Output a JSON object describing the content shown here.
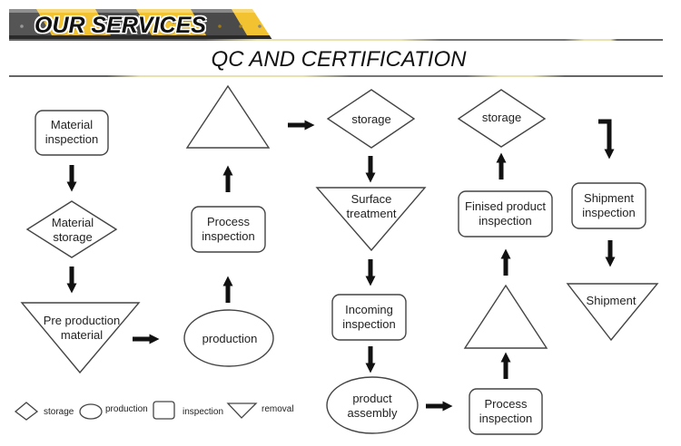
{
  "header": {
    "banner": "OUR SERVICES",
    "title": "QC AND CERTIFICATION"
  },
  "colors": {
    "banner_yellow": "#f2c230",
    "banner_dark": "#3a3a3a",
    "line": "#333333",
    "arrow": "#111111"
  },
  "nodes": {
    "material_inspection": "Material inspection",
    "material_storage": "Material storage",
    "pre_production_material": "Pre production material",
    "production": "production",
    "process_inspection_1": "Process inspection",
    "removal_triangle_1": "",
    "storage_1": "storage",
    "surface_treatment": "Surface treatment",
    "incoming_inspection": "Incoming inspection",
    "product_assembly": "product assembly",
    "process_inspection_2": "Process inspection",
    "removal_triangle_2": "",
    "finished_product_inspection": "Finised product inspection",
    "storage_2": "storage",
    "shipment_inspection": "Shipment inspection",
    "shipment": "Shipment"
  },
  "lines": {
    "material_inspection": [
      "Material",
      "inspection"
    ],
    "material_storage": [
      "Material",
      "storage"
    ],
    "pre_production_material": [
      "Pre production",
      "material"
    ],
    "process_inspection": [
      "Process",
      "inspection"
    ],
    "surface_treatment": [
      "Surface",
      "treatment"
    ],
    "incoming_inspection": [
      "Incoming",
      "inspection"
    ],
    "product_assembly": [
      "product",
      "assembly"
    ],
    "finished_product_inspection": [
      "Finised product",
      "inspection"
    ],
    "shipment_inspection": [
      "Shipment",
      "inspection"
    ]
  },
  "legend": {
    "storage": "storage",
    "production": "production",
    "inspection": "inspection",
    "removal": "removal"
  },
  "edges": [
    {
      "from": "Material inspection",
      "to": "Material storage"
    },
    {
      "from": "Material storage",
      "to": "Pre production material"
    },
    {
      "from": "Pre production material",
      "to": "production"
    },
    {
      "from": "production",
      "to": "Process inspection"
    },
    {
      "from": "Process inspection",
      "to": "triangle"
    },
    {
      "from": "triangle",
      "to": "storage"
    },
    {
      "from": "storage",
      "to": "Surface treatment"
    },
    {
      "from": "Surface treatment",
      "to": "Incoming inspection"
    },
    {
      "from": "Incoming inspection",
      "to": "product assembly"
    },
    {
      "from": "product assembly",
      "to": "Process inspection"
    },
    {
      "from": "Process inspection",
      "to": "triangle"
    },
    {
      "from": "triangle",
      "to": "Finised product inspection"
    },
    {
      "from": "Finised product inspection",
      "to": "storage"
    },
    {
      "from": "storage",
      "to": "Shipment inspection"
    },
    {
      "from": "Shipment inspection",
      "to": "Shipment"
    }
  ]
}
